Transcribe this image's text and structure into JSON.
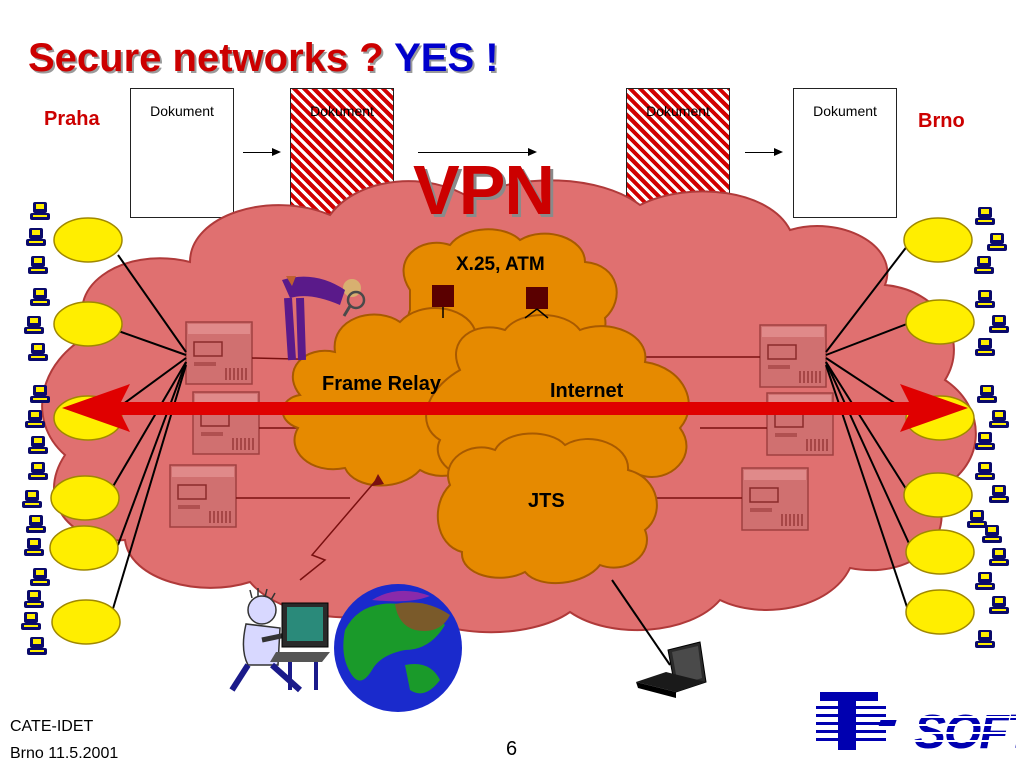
{
  "title": {
    "part1": "Secure networks ?",
    "part2": "YES !"
  },
  "cities": {
    "left": "Praha",
    "right": "Brno"
  },
  "documents": [
    {
      "label": "Dokument",
      "encrypted": false
    },
    {
      "label": "Dokument",
      "encrypted": true
    },
    {
      "label": "Dokument",
      "encrypted": true
    },
    {
      "label": "Dokument",
      "encrypted": false
    }
  ],
  "vpn_label": "VPN",
  "networks": {
    "x25": "X.25, ATM",
    "frame_relay": "Frame Relay",
    "internet": "Internet",
    "jts": "JTS"
  },
  "footer": {
    "org": "CATE-IDET",
    "place_date": "Brno 11.5.2001",
    "page_number": "6"
  },
  "logo_text": "T-SOFT",
  "colors": {
    "title_red": "#cc0000",
    "title_blue": "#0000cc",
    "vpn_cloud": "#e07070",
    "carrier_cloud": "#e68a00",
    "lan_cloud": "#ffee00",
    "tunnel": "#e00000",
    "logo_blue": "#0000b0"
  }
}
